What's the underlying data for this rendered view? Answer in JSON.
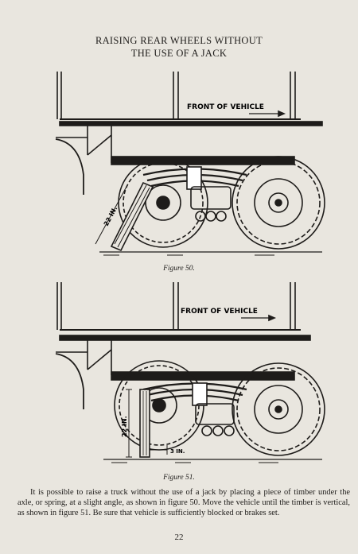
{
  "title": {
    "line1": "RAISING REAR WHEELS WITHOUT",
    "line2": "THE USE OF A JACK"
  },
  "figure1": {
    "front_label": "FRONT OF VEHICLE",
    "dimension_label": "22 IN.",
    "caption": "Figure 50."
  },
  "figure2": {
    "front_label": "FRONT OF VEHICLE",
    "dimension_label": "22 IN.",
    "offset_label": "3 IN.",
    "caption": "Figure 51."
  },
  "body_text": "It is possible to raise a truck without the use of a jack by placing a piece of timber under the axle, or spring, at a slight angle, as shown in figure 50. Move the vehicle until the timber is vertical, as shown in figure 51. Be sure that vehicle is sufficiently blocked or brakes set.",
  "page_number": "22"
}
